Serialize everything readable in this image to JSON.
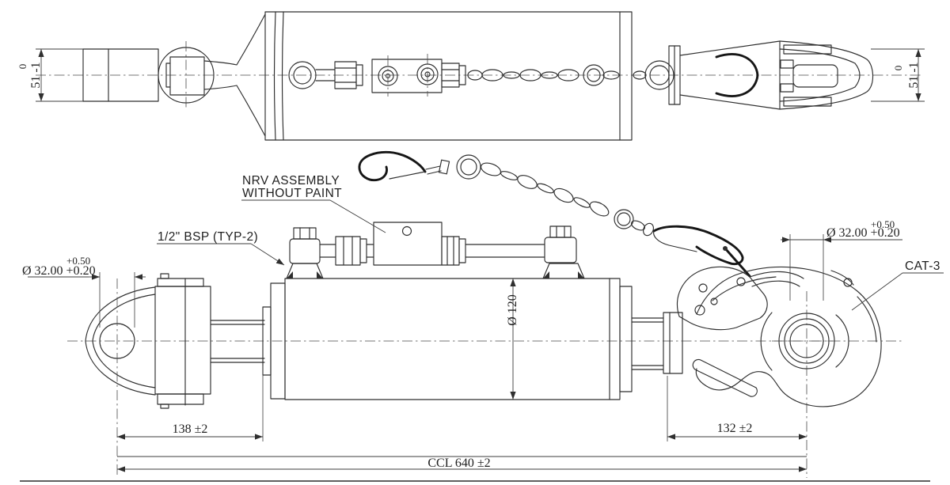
{
  "labels": {
    "nrv_line1": "NRV ASSEMBLY",
    "nrv_line2": "WITHOUT PAINT",
    "bsp": "1/2\" BSP (TYP-2)",
    "cat3": "CAT-3"
  },
  "dimensions": {
    "top_width_left": {
      "tol_upper": "0",
      "value": "51 -1"
    },
    "top_width_right": {
      "tol_upper": "0",
      "value": "51 -1"
    },
    "bore_left": {
      "tol_upper": "+0.50",
      "value": "Ø 32.00 +0.20"
    },
    "bore_right": {
      "tol_upper": "+0.50",
      "value": "Ø 32.00 +0.20"
    },
    "cylinder_diameter": "Ø 120",
    "fork_pin_to_body": "138 ±2",
    "hook_center_to_body": "132 ±2",
    "overall_closed_center_length": "CCL 640 ±2"
  }
}
